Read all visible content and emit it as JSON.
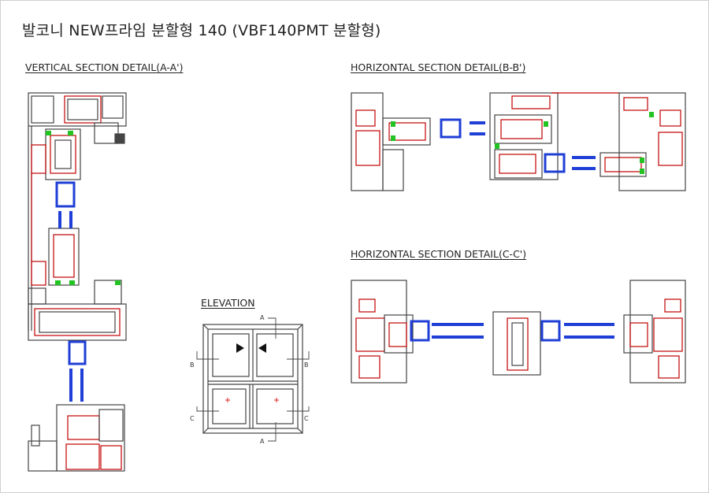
{
  "page": {
    "title": "발코니 NEW프라임 분할형 140 (VBF140PMT 분할형)"
  },
  "sections": {
    "vertical": {
      "label": "VERTICAL SECTION DETAIL(A-A')"
    },
    "horizontal_bb": {
      "label": "HORIZONTAL SECTION DETAIL(B-B')"
    },
    "horizontal_cc": {
      "label": "HORIZONTAL SECTION DETAIL(C-C')"
    },
    "elevation": {
      "label": "ELEVATION"
    }
  },
  "elevation_marks": {
    "a_top": "A",
    "a_bottom": "A",
    "b_left": "B",
    "b_right": "B",
    "c_left": "C",
    "c_right": "C"
  },
  "colors": {
    "profile_line": "#444444",
    "reinforcement": "#c00000",
    "glass": "#1f3fd6",
    "gasket": "#22c322"
  }
}
